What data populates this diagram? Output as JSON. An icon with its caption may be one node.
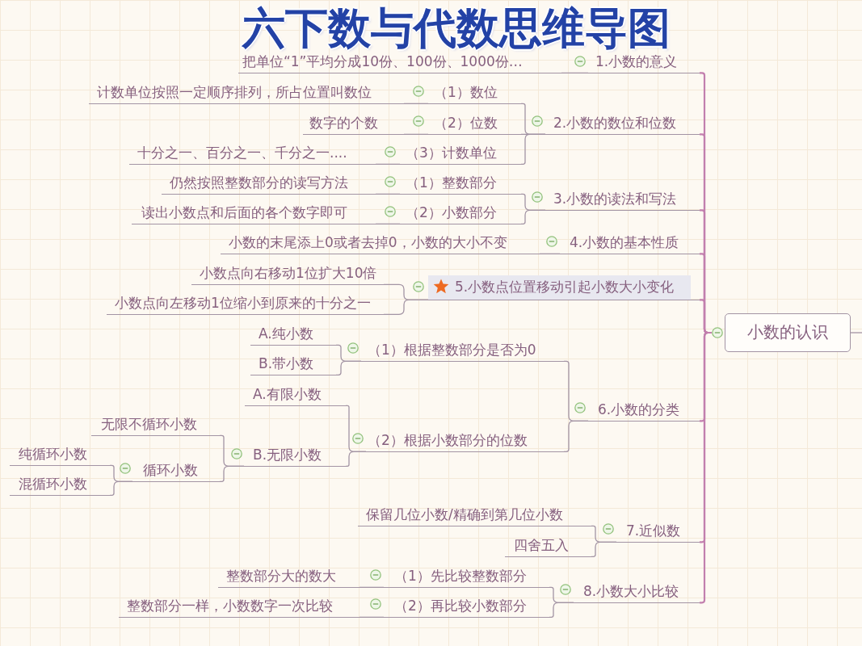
{
  "diagram": {
    "title": "六下数与代数思维导图",
    "nodes": [
      {
        "text": [
          "小数的认识"
        ]
      },
      {
        "text": [
          "1.小数的意义"
        ]
      },
      {
        "text": [
          "把单位“1”平均分成10份、100份、1000份…"
        ]
      },
      {
        "text": [
          "2.小数的数位和位数"
        ]
      },
      {
        "text": [
          "（1）数位"
        ]
      },
      {
        "text": [
          "计数单位按照一定顺序排列，所占位置叫数位"
        ]
      },
      {
        "text": [
          "（2）位数"
        ]
      },
      {
        "text": [
          "数字的个数"
        ]
      },
      {
        "text": [
          "（3）计数单位"
        ]
      },
      {
        "text": [
          "十分之一、百分之一、千分之一...."
        ]
      },
      {
        "text": [
          "3.小数的读法和写法"
        ]
      },
      {
        "text": [
          "（1）整数部分"
        ]
      },
      {
        "text": [
          "仍然按照整数部分的读写方法"
        ]
      },
      {
        "text": [
          "（2）小数部分"
        ]
      },
      {
        "text": [
          "读出小数点和后面的各个数字即可"
        ]
      },
      {
        "text": [
          "4.小数的基本性质"
        ]
      },
      {
        "text": [
          "小数的末尾添上0或者去掉0，小数的大小不变"
        ]
      },
      {
        "text": [
          "5.小数点位置移动引起小数大小变化"
        ]
      },
      {
        "text": [
          "小数点向右移动1位扩大10倍"
        ]
      },
      {
        "text": [
          "小数点向左移动1位缩小到原来的十分之一"
        ]
      },
      {
        "text": [
          "6.小数的分类"
        ]
      },
      {
        "text": [
          "（1）根据整数部分是否为0"
        ]
      },
      {
        "text": [
          "A.纯小数"
        ]
      },
      {
        "text": [
          "B.带小数"
        ]
      },
      {
        "text": [
          "（2）根据小数部分的位数"
        ]
      },
      {
        "text": [
          "A.有限小数"
        ]
      },
      {
        "text": [
          "B.无限小数"
        ]
      },
      {
        "text": [
          "无限不循环小数"
        ]
      },
      {
        "text": [
          "循环小数"
        ]
      },
      {
        "text": [
          "纯循环小数"
        ]
      },
      {
        "text": [
          "混循环小数"
        ]
      },
      {
        "text": [
          "7.近似数"
        ]
      },
      {
        "text": [
          "保留几位小数/精确到第几位小数"
        ]
      },
      {
        "text": [
          "四舍五入"
        ]
      },
      {
        "text": [
          "8.小数大小比较"
        ]
      },
      {
        "text": [
          "（1）先比较整数部分"
        ]
      },
      {
        "text": [
          "整数部分大的数大"
        ]
      },
      {
        "text": [
          "（2）再比较小数部分"
        ]
      },
      {
        "text": [
          "整数部分一样，小数数字一次比较"
        ]
      }
    ],
    "edges": [
      {
        "from": 0,
        "to": 1,
        "arrow": "none",
        "color": "#c27fae"
      },
      {
        "from": 0,
        "to": 3,
        "arrow": "none",
        "color": "#c27fae"
      },
      {
        "from": 0,
        "to": 10,
        "arrow": "none",
        "color": "#c27fae"
      },
      {
        "from": 0,
        "to": 15,
        "arrow": "none",
        "color": "#c27fae"
      },
      {
        "from": 0,
        "to": 17,
        "arrow": "none",
        "color": "#c27fae"
      },
      {
        "from": 0,
        "to": 20,
        "arrow": "none",
        "color": "#c27fae"
      },
      {
        "from": 0,
        "to": 31,
        "arrow": "none",
        "color": "#c27fae"
      },
      {
        "from": 0,
        "to": 34,
        "arrow": "none",
        "color": "#c27fae"
      },
      {
        "from": 1,
        "to": 2,
        "arrow": "none"
      },
      {
        "from": 3,
        "to": 4,
        "arrow": "none"
      },
      {
        "from": 3,
        "to": 6,
        "arrow": "none"
      },
      {
        "from": 3,
        "to": 8,
        "arrow": "none"
      },
      {
        "from": 4,
        "to": 5,
        "arrow": "none"
      },
      {
        "from": 6,
        "to": 7,
        "arrow": "none"
      },
      {
        "from": 8,
        "to": 9,
        "arrow": "none"
      },
      {
        "from": 10,
        "to": 11,
        "arrow": "none"
      },
      {
        "from": 10,
        "to": 13,
        "arrow": "none"
      },
      {
        "from": 11,
        "to": 12,
        "arrow": "none"
      },
      {
        "from": 13,
        "to": 14,
        "arrow": "none"
      },
      {
        "from": 15,
        "to": 16,
        "arrow": "none"
      },
      {
        "from": 17,
        "to": 18,
        "arrow": "none"
      },
      {
        "from": 17,
        "to": 19,
        "arrow": "none"
      },
      {
        "from": 20,
        "to": 21,
        "arrow": "none"
      },
      {
        "from": 20,
        "to": 24,
        "arrow": "none"
      },
      {
        "from": 21,
        "to": 22,
        "arrow": "none"
      },
      {
        "from": 21,
        "to": 23,
        "arrow": "none"
      },
      {
        "from": 24,
        "to": 25,
        "arrow": "none"
      },
      {
        "from": 24,
        "to": 26,
        "arrow": "none"
      },
      {
        "from": 26,
        "to": 27,
        "arrow": "none"
      },
      {
        "from": 26,
        "to": 28,
        "arrow": "none"
      },
      {
        "from": 28,
        "to": 29,
        "arrow": "none"
      },
      {
        "from": 28,
        "to": 30,
        "arrow": "none"
      },
      {
        "from": 31,
        "to": 32,
        "arrow": "none"
      },
      {
        "from": 31,
        "to": 33,
        "arrow": "none"
      },
      {
        "from": 34,
        "to": 35,
        "arrow": "none"
      },
      {
        "from": 34,
        "to": 37,
        "arrow": "none"
      },
      {
        "from": 35,
        "to": 36,
        "arrow": "none"
      },
      {
        "from": 37,
        "to": 38,
        "arrow": "none"
      },
      {
        "from": 0,
        "to": null,
        "arrow": "none"
      }
    ]
  }
}
